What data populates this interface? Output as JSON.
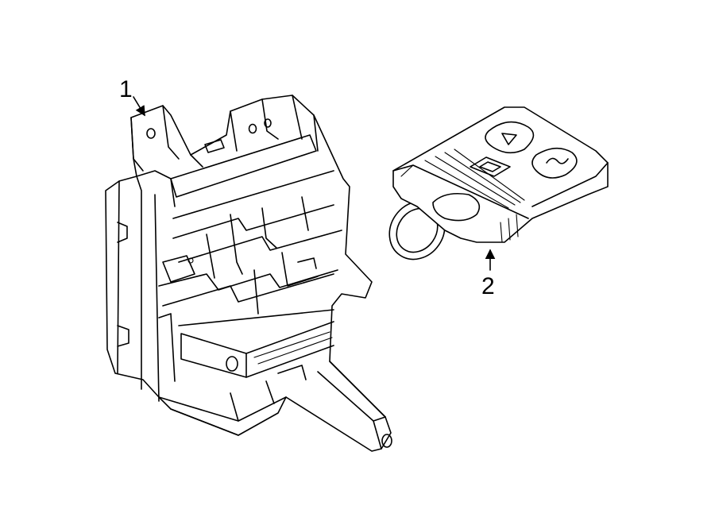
{
  "callouts": [
    {
      "id": "1",
      "label": "1",
      "part": "module"
    },
    {
      "id": "2",
      "label": "2",
      "part": "remote"
    }
  ],
  "colors": {
    "line": "#000000",
    "background": "#ffffff"
  }
}
